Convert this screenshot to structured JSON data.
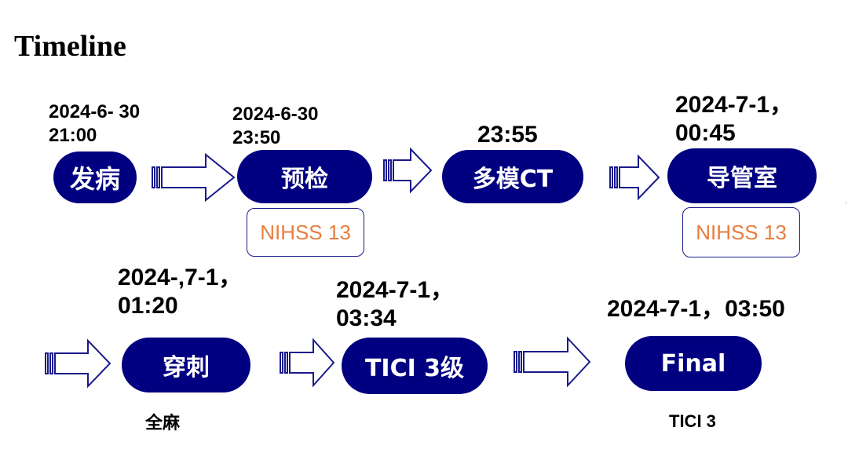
{
  "title": "Timeline",
  "steps": [
    {
      "label": "发病",
      "time": "2024-6- 30\n21:00"
    },
    {
      "label": "预检",
      "time": "2024-6-30\n23:50",
      "score": "NIHSS 13"
    },
    {
      "label": "多模CT",
      "time": "23:55"
    },
    {
      "label": "导管室",
      "time": "2024-7-1，\n00:45",
      "score": "NIHSS 13"
    },
    {
      "label": "穿刺",
      "time": "2024-,7-1，\n01:20",
      "note": "全麻"
    },
    {
      "label": "TICI 3级",
      "time": "2024-7-1，\n03:34"
    },
    {
      "label": "Final",
      "time": "2024-7-1，03:50",
      "note": "TICI 3"
    }
  ],
  "colors": {
    "node_fill": "#000080",
    "node_text": "#ffffff",
    "score_text": "#e87d3e",
    "score_border": "#1a1a8c",
    "arrow_stroke": "#1a1a8c"
  },
  "icons": {
    "connector": "hollow-right-arrow-icon"
  }
}
